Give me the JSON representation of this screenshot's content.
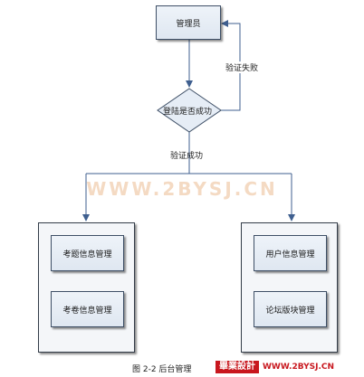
{
  "diagram": {
    "admin": "管理员",
    "login_check": "登陆是否成功",
    "verify_fail": "验证失败",
    "verify_success": "验证成功",
    "left_panel": {
      "items": [
        "考题信息管理",
        "考卷信息管理"
      ]
    },
    "right_panel": {
      "items": [
        "用户信息管理",
        "论坛版块管理"
      ]
    }
  },
  "watermark": "WWW.2BYSJ.CN",
  "caption": "图 2-2 后台管理",
  "logo": "畢業設計",
  "site": "WWW.2BYSJ.CN"
}
